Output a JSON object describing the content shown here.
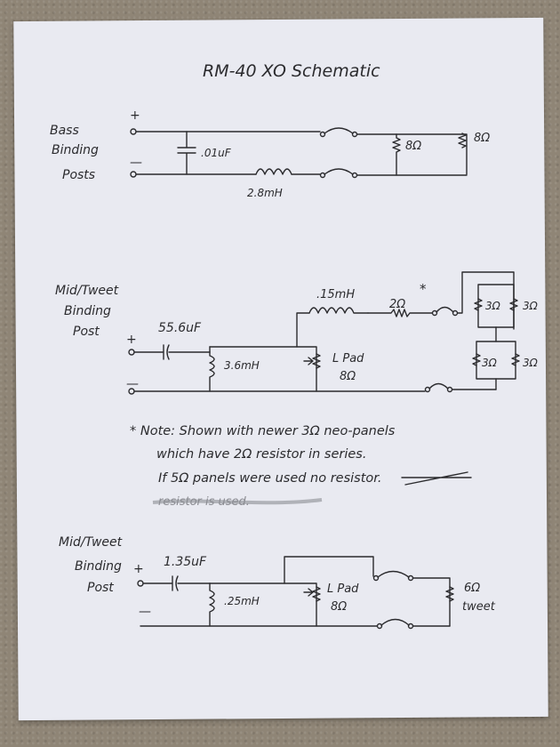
{
  "title": "RM-40 XO Schematic",
  "section1": {
    "left_label": [
      "Bass",
      "Binding",
      "Posts"
    ],
    "plus": "+",
    "minus": "—",
    "cap": ".01uF",
    "inductor": "2.8mH",
    "res1": "8Ω",
    "res2": "8Ω"
  },
  "section2": {
    "left_label": [
      "Mid/Tweet",
      "Binding",
      "Post"
    ],
    "plus": "+",
    "minus": "—",
    "cap": "55.6uF",
    "inductor_shunt": "3.6mH",
    "inductor_series": ".15mH",
    "series_res": "2Ω",
    "asterisk": "*",
    "lpad_label": "L Pad",
    "lpad_value": "8Ω",
    "panel_a1": "3Ω",
    "panel_a2": "3Ω",
    "panel_b1": "3Ω",
    "panel_b2": "3Ω"
  },
  "note": {
    "lines": [
      "* Note: Shown with newer 3Ω neo-panels",
      "which have 2Ω resistor in series.",
      "If 5Ω panels were used no resistor."
    ],
    "crossed": "resistor is used."
  },
  "section3": {
    "left_label": [
      "Mid/Tweet",
      "Binding",
      "Post"
    ],
    "plus": "+",
    "minus": "—",
    "cap": "1.35uF",
    "inductor": ".25mH",
    "lpad_label": "L Pad",
    "lpad_value": "8Ω",
    "speaker_value": "6Ω",
    "speaker_label": "tweet"
  }
}
